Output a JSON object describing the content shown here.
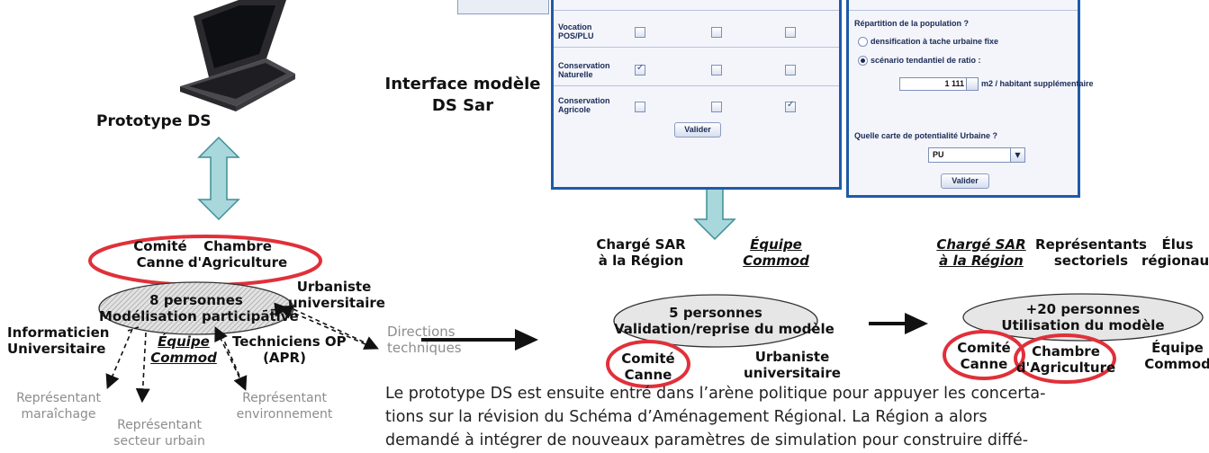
{
  "left": {
    "title": "Prototype DS",
    "red_groups": [
      "Comité",
      "Canne",
      "Chambre",
      "d'Agriculture"
    ],
    "center_count": "8 personnes",
    "center_label": "Modélisation participative",
    "urbaniste": [
      "Urbaniste",
      "universitaire"
    ],
    "directions": [
      "Directions",
      "techniques"
    ],
    "informaticien": [
      "Informaticien",
      "Universitaire"
    ],
    "equipe": [
      "Équipe",
      "Commod"
    ],
    "techniciens": [
      "Techniciens OP",
      "(APR)"
    ],
    "rep_maraichage": [
      "Représentant",
      "maraîchage"
    ],
    "rep_urbain": [
      "Représentant",
      "secteur urbain"
    ],
    "rep_env": [
      "Représentant",
      "environnement"
    ]
  },
  "middle": {
    "interface_title": [
      "Interface modèle",
      "DS Sar"
    ],
    "form": {
      "rows": [
        {
          "label": [
            "Vocation",
            "POS/PLU"
          ],
          "checks": [
            false,
            false,
            false
          ]
        },
        {
          "label": [
            "Conservation",
            "Naturelle"
          ],
          "checks": [
            true,
            false,
            false
          ]
        },
        {
          "label": [
            "Conservation",
            "Agricole"
          ],
          "checks": [
            false,
            false,
            true
          ]
        }
      ],
      "submit": "Valider"
    },
    "charge": [
      "Chargé SAR",
      "à la Région"
    ],
    "equipe": [
      "Équipe",
      "Commod"
    ],
    "center_count": "5 personnes",
    "center_label": "Validation/reprise du modèle",
    "comite": [
      "Comité",
      "Canne"
    ],
    "urbaniste": [
      "Urbaniste",
      "universitaire"
    ]
  },
  "popup": {
    "question1": "Répartition de la population ?",
    "option1": "densification à tache urbaine fixe",
    "option2": "scénario tendantiel de ratio :",
    "selected_option": 2,
    "ratio_value": "1 111",
    "ratio_unit": "m2 / habitant supplémentaire",
    "question2": "Quelle carte de potentialité Urbaine ?",
    "select_value": "PU",
    "submit": "Valider"
  },
  "right": {
    "charge": [
      "Chargé SAR",
      "à la Région"
    ],
    "representants": [
      "Représentants",
      "sectoriels"
    ],
    "elus": [
      "Élus",
      "régionaux"
    ],
    "center_count": "+20 personnes",
    "center_label": "Utilisation du modèle",
    "comite": [
      "Comité",
      "Canne"
    ],
    "chambre": [
      "Chambre",
      "d'Agriculture"
    ],
    "equipe": [
      "Équipe",
      "Commod"
    ]
  },
  "paragraph": [
    "Le prototype DS est ensuite entré dans l’arène politique pour appuyer les concerta-",
    "tions sur la révision du Schéma d’Aménagement Régional. La Région a alors",
    "demandé à intégrer de nouveaux paramètres de simulation pour construire diffé-"
  ],
  "colors": {
    "red": "#e0303a",
    "arrow_fill": "#a8d8dc",
    "arrow_stroke": "#3e8e96",
    "window_border": "#1f5aa8"
  }
}
